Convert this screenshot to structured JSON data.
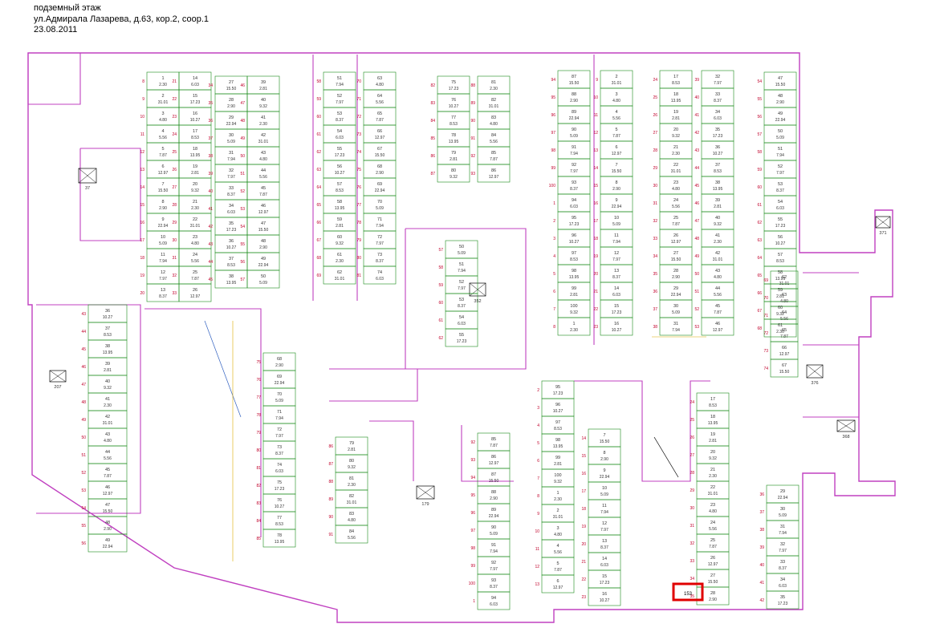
{
  "header": {
    "line1": "подземный этаж",
    "line2": "ул.Адмирала Лазарева, д.63, кор.2, соор.1",
    "line3": "23.08.2011"
  },
  "plan": {
    "highlighted_space": "153",
    "highlight_color": "#e00000",
    "wall_color": "#c040c0",
    "space_color": "#1a8a1a",
    "room_number_color": "#c0002a",
    "dimension_color": "#000000",
    "elevator_marks": [
      "37",
      "371",
      "376",
      "207",
      "179",
      "352",
      "368"
    ],
    "space_labels": [
      "1",
      "2",
      "3",
      "4",
      "5",
      "6",
      "7",
      "8",
      "9",
      "10",
      "11",
      "12",
      "13",
      "14",
      "15",
      "16",
      "17",
      "18",
      "19",
      "20",
      "21",
      "22",
      "23",
      "24",
      "25",
      "26",
      "27",
      "28",
      "29",
      "30",
      "31",
      "32",
      "33",
      "34",
      "35",
      "36",
      "37",
      "38",
      "39",
      "40",
      "41",
      "42",
      "43",
      "44",
      "45",
      "46",
      "47",
      "48",
      "49",
      "50",
      "51",
      "52",
      "53",
      "54",
      "55",
      "56",
      "57",
      "58",
      "59",
      "60",
      "61",
      "62",
      "63",
      "64",
      "65",
      "66",
      "67",
      "68",
      "69",
      "70",
      "71",
      "72",
      "73",
      "74",
      "75",
      "76",
      "77",
      "78",
      "79",
      "80",
      "81",
      "82",
      "83",
      "84",
      "85",
      "86",
      "87",
      "88",
      "89",
      "90",
      "91",
      "92",
      "93",
      "94",
      "95",
      "96",
      "97",
      "98",
      "99",
      "100"
    ],
    "dimensions": [
      "2.30",
      "31.01",
      "4.80",
      "5.56",
      "7.87",
      "12.97",
      "15.50",
      "2.90",
      "22.94",
      "5.09",
      "7.94",
      "7.97",
      "8.37",
      "6.03",
      "17.23",
      "10.27",
      "8.53",
      "13.95",
      "2.81",
      "9.32"
    ]
  }
}
